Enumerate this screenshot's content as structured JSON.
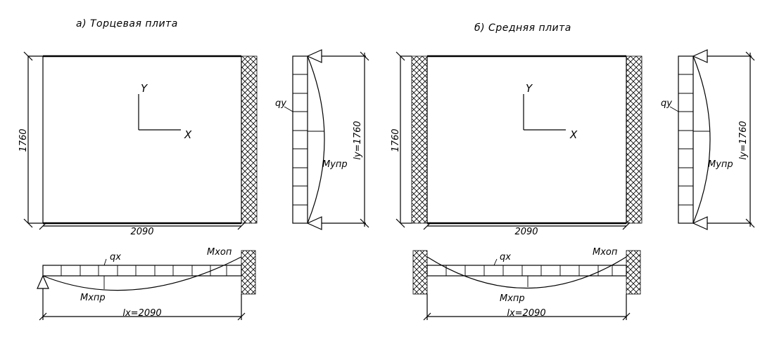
{
  "panel_a": {
    "title": "а) Торцевая плита",
    "plate_height_dim": "1760",
    "plate_width_dim": "2090",
    "axis_y": "Y",
    "axis_x": "X",
    "beam_y_load": "qy",
    "beam_y_moment": "Mупр",
    "beam_y_span": "ly=1760",
    "beam_x_load": "qx",
    "beam_x_moment_support": "Mxoп",
    "beam_x_moment_span": "Mxпр",
    "beam_x_span": "lx=2090"
  },
  "panel_b": {
    "title": "б) Средняя плита",
    "plate_height_dim": "1760",
    "plate_width_dim": "2090",
    "axis_y": "Y",
    "axis_x": "X",
    "beam_y_load": "qy",
    "beam_y_moment": "Mупр",
    "beam_y_span": "ly=1760",
    "beam_x_load": "qx",
    "beam_x_moment_support": "Mxoп",
    "beam_x_moment_span": "Mxпр",
    "beam_x_span": "lx=2090"
  }
}
